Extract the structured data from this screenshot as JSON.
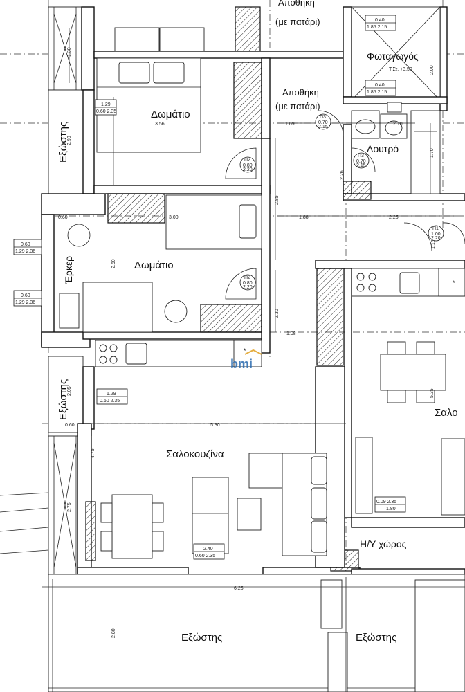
{
  "rooms": {
    "balcony_top_left": "Εξώστης",
    "balcony_mid_left": "Εξώστης",
    "storage_top_1": "Αποθήκη",
    "storage_top_1_sub": "(με πατάρι)",
    "storage_top_2": "Αποθήκη",
    "storage_top_2_sub": "(με πατάρι)",
    "lightwell": "Φωταγωγός",
    "lightwell_note": "Τ.Στ. +3.50",
    "bedroom_1": "Δωμάτιο",
    "bedroom_2": "Δωμάτιο",
    "bath": "Λουτρό",
    "erker": "Έρκερ",
    "living_kitchen": "Σαλοκουζίνα",
    "living_right": "Σαλο",
    "hv_room": "Η/Υ χώρος",
    "balcony_bottom": "Εξώστης",
    "balcony_bottom_right": "Εξώστης"
  },
  "door_tags": [
    {
      "id": "d-p3a",
      "code": "Π3",
      "w": "0.70",
      "h": "2.15"
    },
    {
      "id": "d-p3b",
      "code": "Π3",
      "w": "0.70",
      "h": "2.15"
    },
    {
      "id": "d-p2a",
      "code": "Π2",
      "w": "0.80",
      "h": "2.20"
    },
    {
      "id": "d-p2b",
      "code": "Π2",
      "w": "0.80",
      "h": "2.20"
    },
    {
      "id": "d-p1",
      "code": "Π1",
      "w": "1.00",
      "h": "2.20"
    }
  ],
  "window_tags": [
    {
      "id": "w1",
      "top": "0.60",
      "bottom": "1.29 2.36"
    },
    {
      "id": "w2",
      "top": "0.60",
      "bottom": "1.29 2.36"
    },
    {
      "id": "w3",
      "top": "1.29",
      "bottom": "0.60 2.35"
    },
    {
      "id": "w4",
      "top": "1.29",
      "bottom": "0.60 2.35"
    },
    {
      "id": "w5",
      "top": "0.40",
      "bottom": "1.85 2.15"
    },
    {
      "id": "w6",
      "top": "0.40",
      "bottom": "1.85 2.15"
    },
    {
      "id": "w7",
      "top": "2.40",
      "bottom": "0.60 2.35"
    },
    {
      "id": "w8",
      "top": "0.09 2.35",
      "bottom": "1.80"
    }
  ],
  "dims": {
    "d_130": "1.30",
    "d_290": "2.90",
    "d_356": "3.56",
    "d_169": "1.69",
    "d_210": "2.10",
    "d_170": "1.70",
    "d_285": "2.85",
    "d_060a": "0.60",
    "d_300": "3.00",
    "d_188": "1.88",
    "d_225": "2.25",
    "d_250": "2.50",
    "d_108": "1.08",
    "d_230": "2.30",
    "d_205": "2.05",
    "d_060b": "0.60",
    "d_530": "5.30",
    "d_475": "4.75",
    "d_275": "2.75",
    "d_625": "6.25",
    "d_280": "2.80",
    "d_535": "5.35",
    "d_200": "2.00",
    "d_226": "2.26",
    "d_115": "1.15"
  },
  "logo": "bmi"
}
